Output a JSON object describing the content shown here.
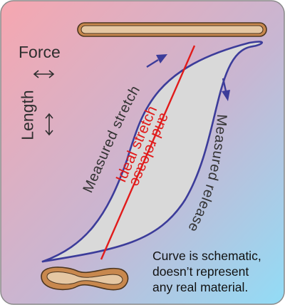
{
  "labels": {
    "force": "Force",
    "length": "Length",
    "measured_stretch": "Measured stretch",
    "measured_release": "Measured release",
    "ideal_line1": "Ideal stretch",
    "ideal_line2": "and release"
  },
  "note": {
    "line1": "Curve is schematic,",
    "line2": "doesn’t represent",
    "line3": "any real material."
  },
  "colors": {
    "background_left": "#f4a9b2",
    "background_right": "#9edaf4",
    "loop_fill": "#d9d9d9",
    "curve": "#3c3c9a",
    "ideal_line": "#e11b1b",
    "band": "#c8884e"
  },
  "icons": {
    "horizontal_arrow": "left-right-arrow-icon",
    "vertical_arrow": "up-down-arrow-icon",
    "stretched_band": "stretched-rubber-band-icon",
    "relaxed_band": "relaxed-rubber-band-icon"
  }
}
